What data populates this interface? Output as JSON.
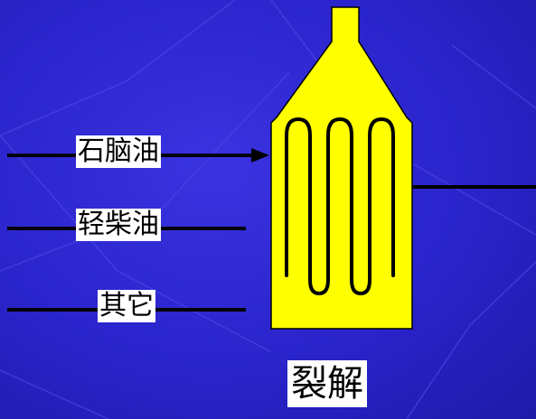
{
  "feeds": [
    {
      "label": "石脑油"
    },
    {
      "label": "轻柴油"
    },
    {
      "label": "其它"
    }
  ],
  "reactor": {
    "caption": "裂解",
    "fill_color": "#ffff00",
    "outline_color": "#000000"
  },
  "background_color": "#2a23cc"
}
